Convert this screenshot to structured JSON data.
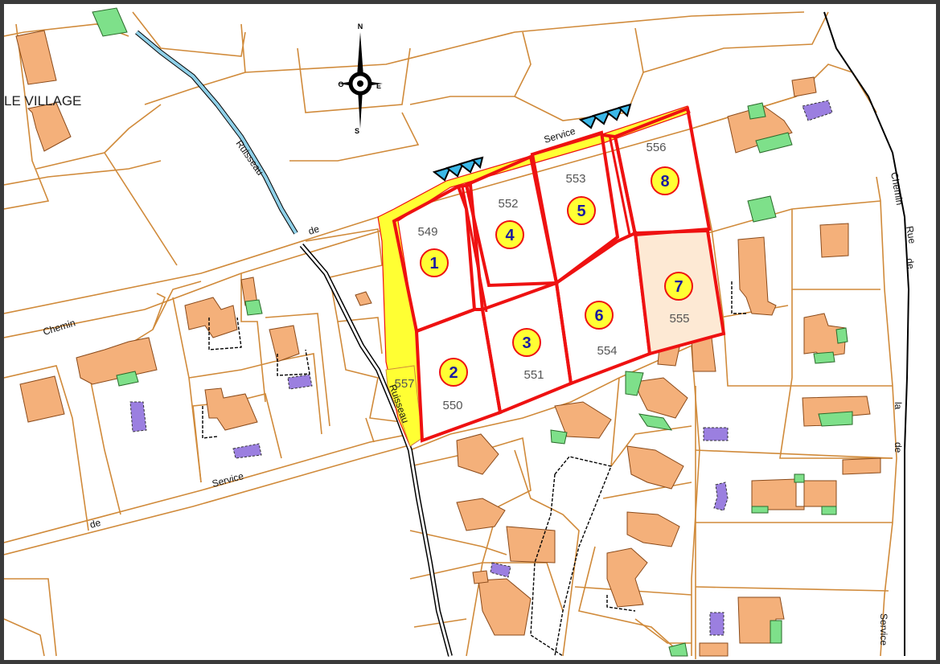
{
  "map": {
    "area_name": "LE VILLAGE",
    "roads": {
      "chemin": "Chemin",
      "de_1": "de",
      "service_1": "Service",
      "service_2": "Service",
      "de_2": "de",
      "chemin_right": "Chemin",
      "rue": "Rue",
      "de_right": "de",
      "la": "la",
      "de_right2": "de",
      "service_right": "Service"
    },
    "stream": {
      "label": "Ruisseau",
      "label_lower": "Ruisseau"
    },
    "compass": {
      "north": "N",
      "south": "S",
      "east": "E",
      "west": "O"
    },
    "lots": [
      {
        "num": "1",
        "parcel": "549"
      },
      {
        "num": "2",
        "parcel": "550"
      },
      {
        "num": "3",
        "parcel": "551"
      },
      {
        "num": "4",
        "parcel": "552"
      },
      {
        "num": "5",
        "parcel": "553"
      },
      {
        "num": "6",
        "parcel": "554"
      },
      {
        "num": "7",
        "parcel": "555"
      },
      {
        "num": "8",
        "parcel": "556"
      }
    ],
    "extra_parcel": "557",
    "colors": {
      "parcel_line": "#d08a3a",
      "building": "#f4b07a",
      "annex": "#7ee08a",
      "pool": "#9b7fe0",
      "lot_border": "#ee1111",
      "lot_circle": "#ffff33",
      "road_strip": "#ffff33",
      "stream": "#8fd0e8",
      "lot7_fill": "#fde9d4"
    }
  }
}
